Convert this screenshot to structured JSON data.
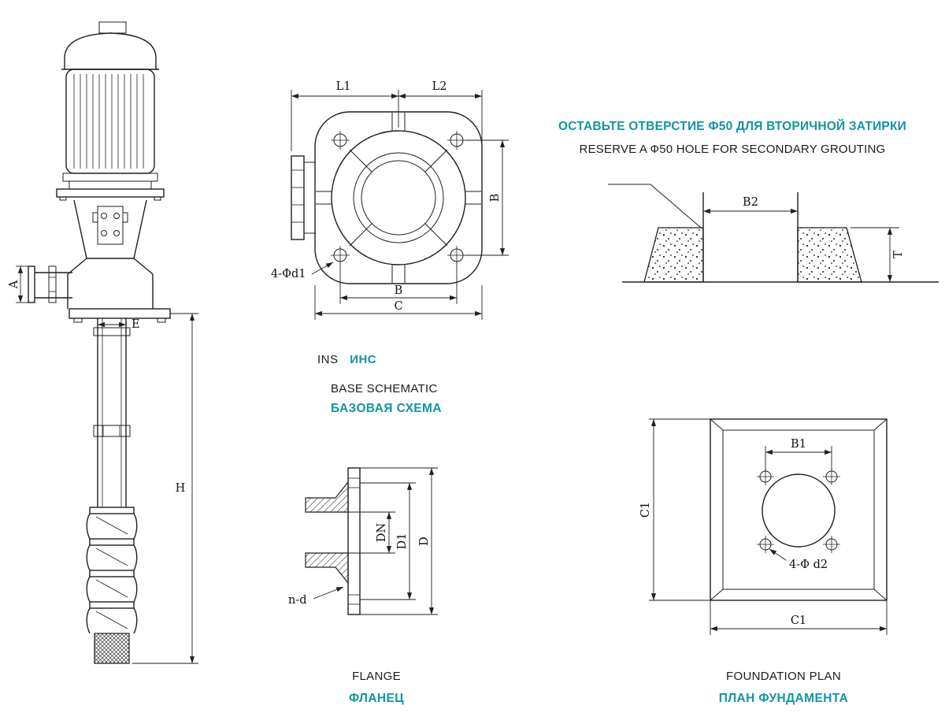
{
  "colors": {
    "accent": "#1295A4",
    "line": "#1f1f1f"
  },
  "pump": {
    "dim_a": "A",
    "dim_e": "E",
    "dim_h": "H"
  },
  "base": {
    "dim_l1": "L1",
    "dim_l2": "L2",
    "dim_b_side": "B",
    "dim_b_bottom": "B",
    "dim_c": "C",
    "holes": "4-Φd1",
    "ins_en": "INS",
    "ins_ru": "ИНС",
    "title_en": "BASE SCHEMATIC",
    "title_ru": "БАЗОВАЯ СХЕМА"
  },
  "flange": {
    "dim_dn": "DN",
    "dim_d1": "D1",
    "dim_d": "D",
    "holes": "n-d",
    "title_en": "FLANGE",
    "title_ru": "ФЛАНЕЦ"
  },
  "grouting": {
    "note_ru": "ОСТАВЬТЕ ОТВЕРСТИЕ Ф50 ДЛЯ ВТОРИЧНОЙ ЗАТИРКИ",
    "note_en": "RESERVE A Ф50 HOLE FOR SECONDARY GROUTING",
    "dim_b2": "B2",
    "dim_t": "T"
  },
  "foundation": {
    "dim_b1": "B1",
    "dim_c1_side": "C1",
    "dim_c1_bottom": "C1",
    "holes": "4-Φ d2",
    "title_en": "FOUNDATION PLAN",
    "title_ru": "ПЛАН ФУНДАМЕНТА"
  }
}
